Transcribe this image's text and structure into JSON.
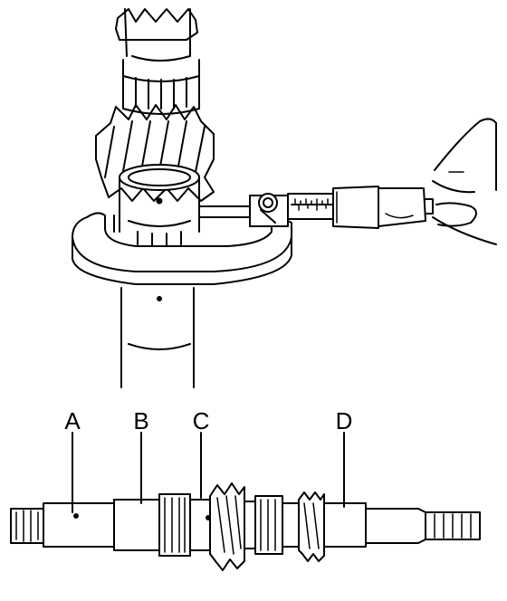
{
  "callouts": {
    "a": "A",
    "b": "B",
    "c": "C",
    "d": "D"
  },
  "colors": {
    "line": "#000000",
    "fill": "#ffffff"
  },
  "icons": {
    "micrometer": "micrometer-icon",
    "hand": "hand-icon",
    "shaft": "shaft-icon"
  }
}
